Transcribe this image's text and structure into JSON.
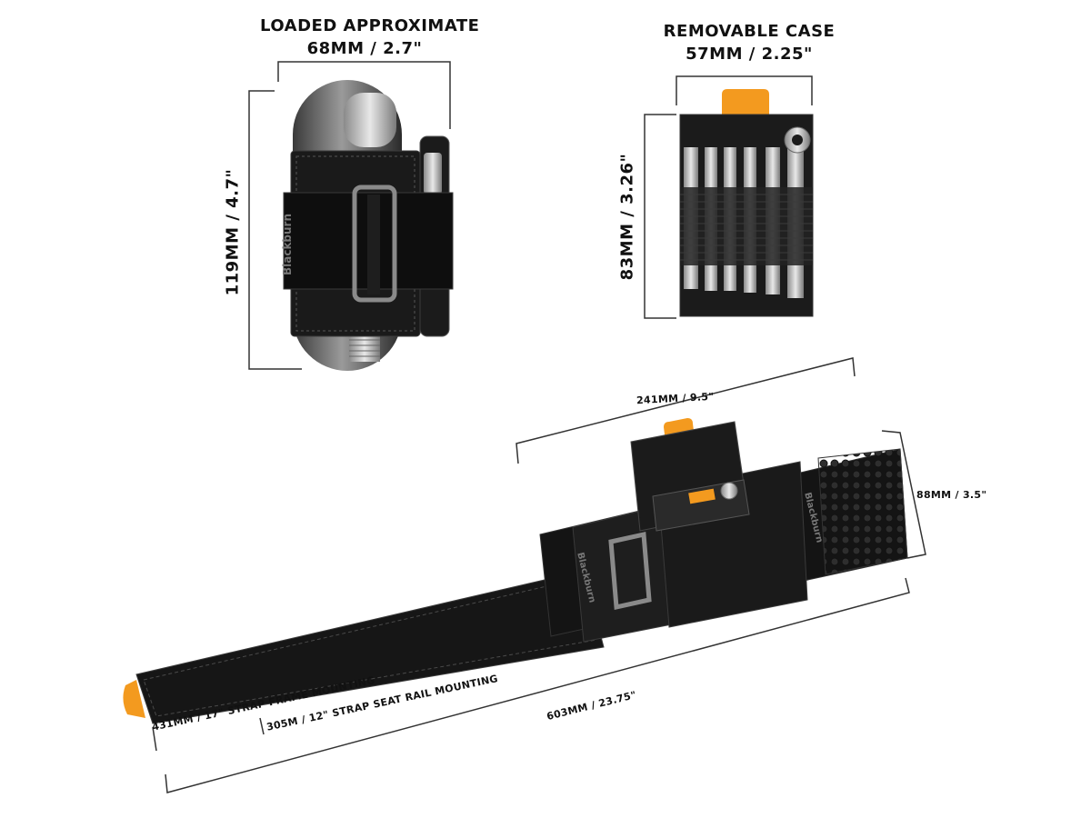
{
  "loaded": {
    "title": "LOADED APPROXIMATE",
    "width": "68MM / 2.7\"",
    "height": "119MM / 4.7\""
  },
  "case": {
    "title": "REMOVABLE CASE",
    "width": "57MM / 2.25\"",
    "height": "83MM / 3.26\""
  },
  "unrolled": {
    "width_top": "241MM / 9.5\"",
    "height_right": "88MM / 3.5\"",
    "length_total": "603MM / 23.75\"",
    "strap_frame": "431MM / 17\" STRAP FRAME MOUNTING",
    "strap_seat": "305M / 12\" STRAP SEAT RAIL MOUNTING"
  },
  "brand_logo": "Blackburn",
  "colors": {
    "accent": "#f39a1f",
    "body": "#1b1b1b",
    "line": "#444444"
  }
}
